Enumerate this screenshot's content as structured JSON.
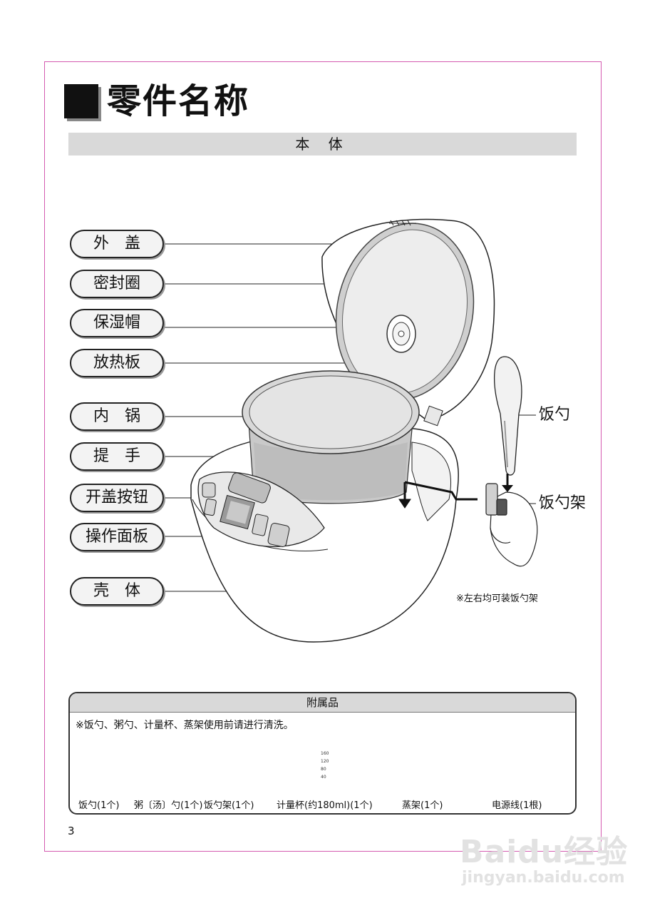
{
  "page": {
    "title": "零件名称",
    "section": "本 体",
    "page_number": "3"
  },
  "parts": [
    {
      "label": "外　盖"
    },
    {
      "label": "密封圈"
    },
    {
      "label": "保湿帽"
    },
    {
      "label": "放热板"
    },
    {
      "label": "内　锅"
    },
    {
      "label": "提　手"
    },
    {
      "label": "开盖按钮"
    },
    {
      "label": "操作面板"
    },
    {
      "label": "壳　体"
    }
  ],
  "callouts": {
    "spoon": "饭勺",
    "spoon_holder": "饭勺架",
    "holder_note": "※左右均可装饭勺架"
  },
  "accessories": {
    "heading": "附属品",
    "note": "※饭勺、粥勺、计量杯、蒸架使用前请进行清洗。",
    "items": [
      {
        "label": "饭勺(1个)"
      },
      {
        "label": "粥〔汤〕勺(1个)"
      },
      {
        "label": "饭勺架(1个)"
      },
      {
        "label": "计量杯(约180ml)(1个)"
      },
      {
        "label": "蒸架(1个)"
      },
      {
        "label": "电源线(1根)"
      }
    ],
    "cup_marks": [
      "160",
      "120",
      "80",
      "40"
    ]
  },
  "watermark": {
    "brand": "Baidu经验",
    "url": "jingyan.baidu.com"
  }
}
